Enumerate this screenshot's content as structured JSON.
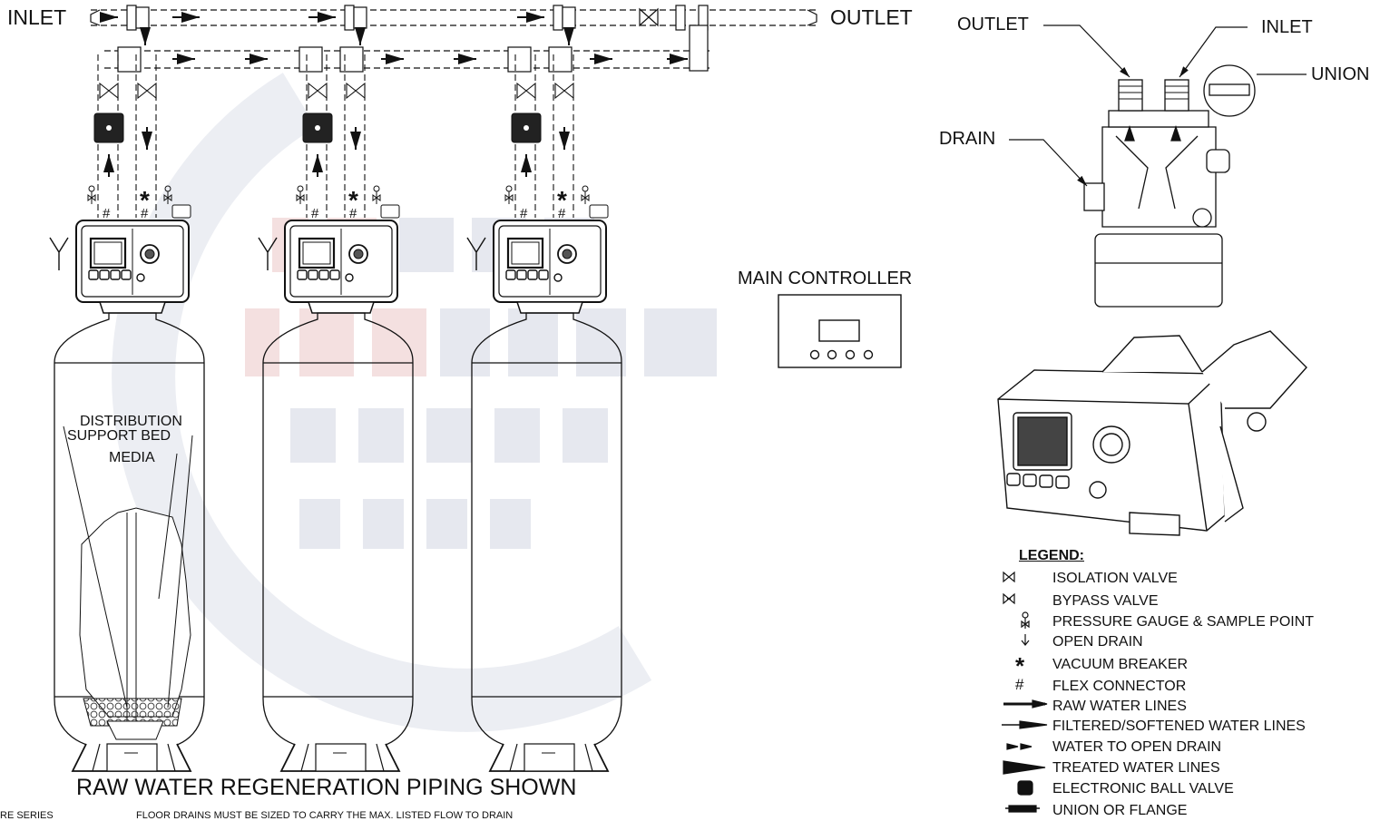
{
  "labels": {
    "inlet_left": "INLET",
    "outlet_left": "OUTLET",
    "outlet_right": "OUTLET",
    "inlet_right": "INLET",
    "union": "UNION",
    "drain": "DRAIN",
    "main_controller": "MAIN CONTROLLER",
    "distribution": "DISTRIBUTION",
    "support_bed": "SUPPORT BED",
    "media": "MEDIA",
    "bottom_title": "RAW WATER REGENERATION PIPING SHOWN",
    "footnote_left": "RE SERIES",
    "footnote_right": "FLOOR DRAINS MUST BE SIZED TO CARRY THE MAX. LISTED FLOW TO DRAIN"
  },
  "legend": {
    "title": "LEGEND:",
    "items": [
      {
        "symbol": "isolation-valve-icon",
        "label": "ISOLATION VALVE"
      },
      {
        "symbol": "bypass-valve-icon",
        "label": "BYPASS VALVE"
      },
      {
        "symbol": "pressure-gauge-icon",
        "label": "PRESSURE GAUGE & SAMPLE POINT"
      },
      {
        "symbol": "open-drain-icon",
        "label": "OPEN DRAIN"
      },
      {
        "symbol": "vacuum-breaker-icon",
        "label": "VACUUM BREAKER"
      },
      {
        "symbol": "flex-connector-icon",
        "label": "FLEX CONNECTOR"
      },
      {
        "symbol": "raw-water-line-icon",
        "label": "RAW WATER LINES"
      },
      {
        "symbol": "filtered-line-icon",
        "label": "FILTERED/SOFTENED WATER LINES"
      },
      {
        "symbol": "drain-line-icon",
        "label": "WATER TO OPEN DRAIN"
      },
      {
        "symbol": "treated-line-icon",
        "label": "TREATED WATER LINES"
      },
      {
        "symbol": "ball-valve-icon",
        "label": "ELECTRONIC BALL VALVE"
      },
      {
        "symbol": "union-flange-icon",
        "label": "UNION OR FLANGE"
      }
    ]
  },
  "marks": {
    "vacuum_breaker": "*",
    "flex_connector": "#"
  },
  "colors": {
    "ink": "#111111",
    "watermark_red": "#f3dede",
    "watermark_gray": "#e4e6ee"
  }
}
